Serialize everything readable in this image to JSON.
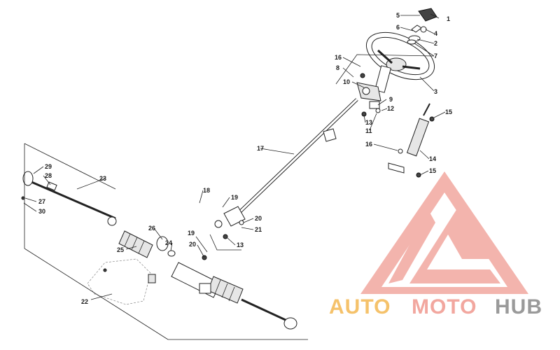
{
  "callouts": {
    "c1": "1",
    "c2": "2",
    "c3": "3",
    "c4": "4",
    "c5": "5",
    "c6": "6",
    "c7": "7",
    "c8": "8",
    "c9": "9",
    "c10": "10",
    "c11": "11",
    "c12": "12",
    "c13a": "13",
    "c13b": "13",
    "c14": "14",
    "c15a": "15",
    "c15b": "15",
    "c16a": "16",
    "c16b": "16",
    "c17": "17",
    "c18": "18",
    "c19a": "19",
    "c19b": "19",
    "c20a": "20",
    "c20b": "20",
    "c21": "21",
    "c22": "22",
    "c23": "23",
    "c24": "24",
    "c25": "25",
    "c26": "26",
    "c27": "27",
    "c28": "28",
    "c29": "29",
    "c30": "30"
  },
  "watermark": {
    "word1": "AUTO",
    "word2": "MOTO",
    "word3": "HUB",
    "color_primary": "#f2b7b0",
    "color_accent": "#f5c26b",
    "color_dark": "#9a9a9a"
  }
}
